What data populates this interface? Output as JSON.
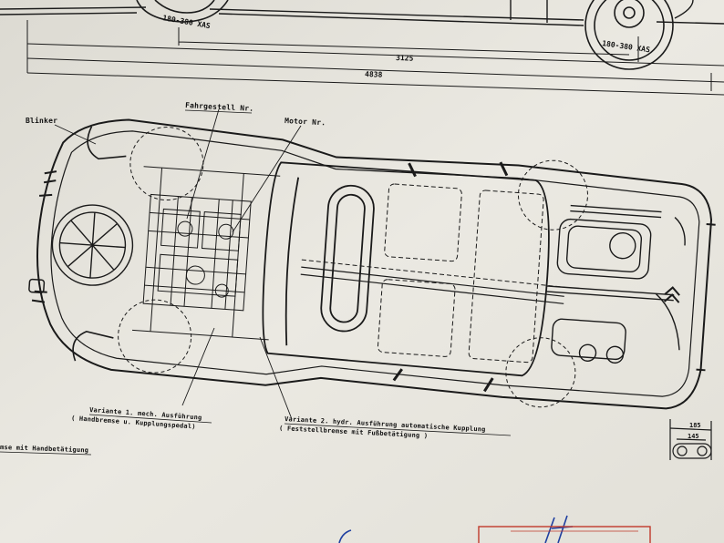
{
  "drawing": {
    "labels": {
      "blinker": "Blinker",
      "chassis_no": "Fahrgestell Nr.",
      "engine_no": "Motor Nr.",
      "variant1_line1": "Variante 1. mech. Ausführung",
      "variant1_line2": "( Handbremse u. Kupplungspedal)",
      "variant2_line1": "Variante 2. hydr. Ausführung automatische Kupplung",
      "variant2_line2": "( Feststellbremse mit Fußbetätigung )",
      "handbrake_note": "mse mit Handbetätigung"
    },
    "dimensions": {
      "wheelbase": "3125",
      "overall_length": "4838",
      "tire_front": "180-380 XAS",
      "tire_rear": "180-380 XAS",
      "detail_top": "185",
      "detail_bottom": "145"
    }
  }
}
